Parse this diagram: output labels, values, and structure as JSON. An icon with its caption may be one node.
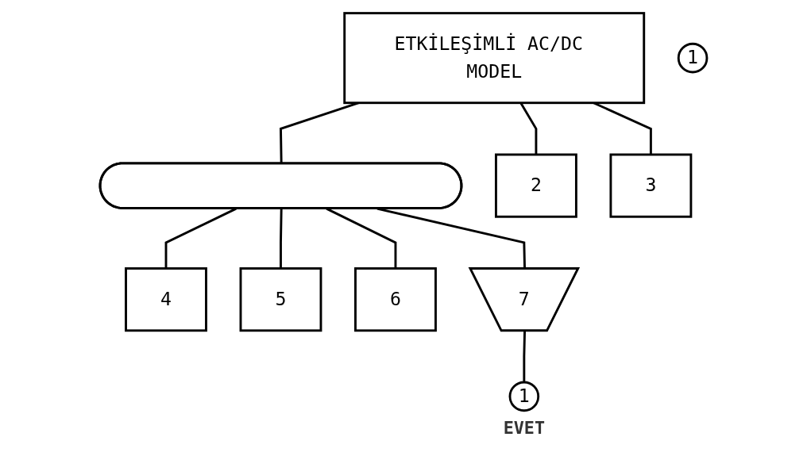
{
  "diagram": {
    "nodes": [
      {
        "text": [
          "ETKİLEŞİMLİ AC/DC MODEL"
        ]
      },
      {
        "text": [
          "1"
        ]
      },
      {
        "text": [],
        "shape": "bar"
      },
      {
        "text": [
          "2"
        ]
      },
      {
        "text": [
          "3"
        ]
      },
      {
        "text": [
          "4"
        ]
      },
      {
        "text": [
          "5"
        ]
      },
      {
        "text": [
          "6"
        ]
      },
      {
        "text": [
          "7"
        ]
      },
      {
        "text": [
          "1"
        ],
        "beside": [
          "EVET"
        ]
      }
    ],
    "edges": [
      {
        "from": 0,
        "to": 3,
        "arrow": "none"
      },
      {
        "from": 0,
        "to": 4,
        "arrow": "none"
      },
      {
        "from": 0,
        "to": 2,
        "arrow": "none"
      },
      {
        "from": 2,
        "to": 5,
        "arrow": "none"
      },
      {
        "from": 2,
        "to": 6,
        "arrow": "none"
      },
      {
        "from": 2,
        "to": 7,
        "arrow": "none"
      },
      {
        "from": 2,
        "to": 8,
        "arrow": "none"
      },
      {
        "from": 8,
        "to": 9,
        "arrow": "none"
      }
    ]
  }
}
